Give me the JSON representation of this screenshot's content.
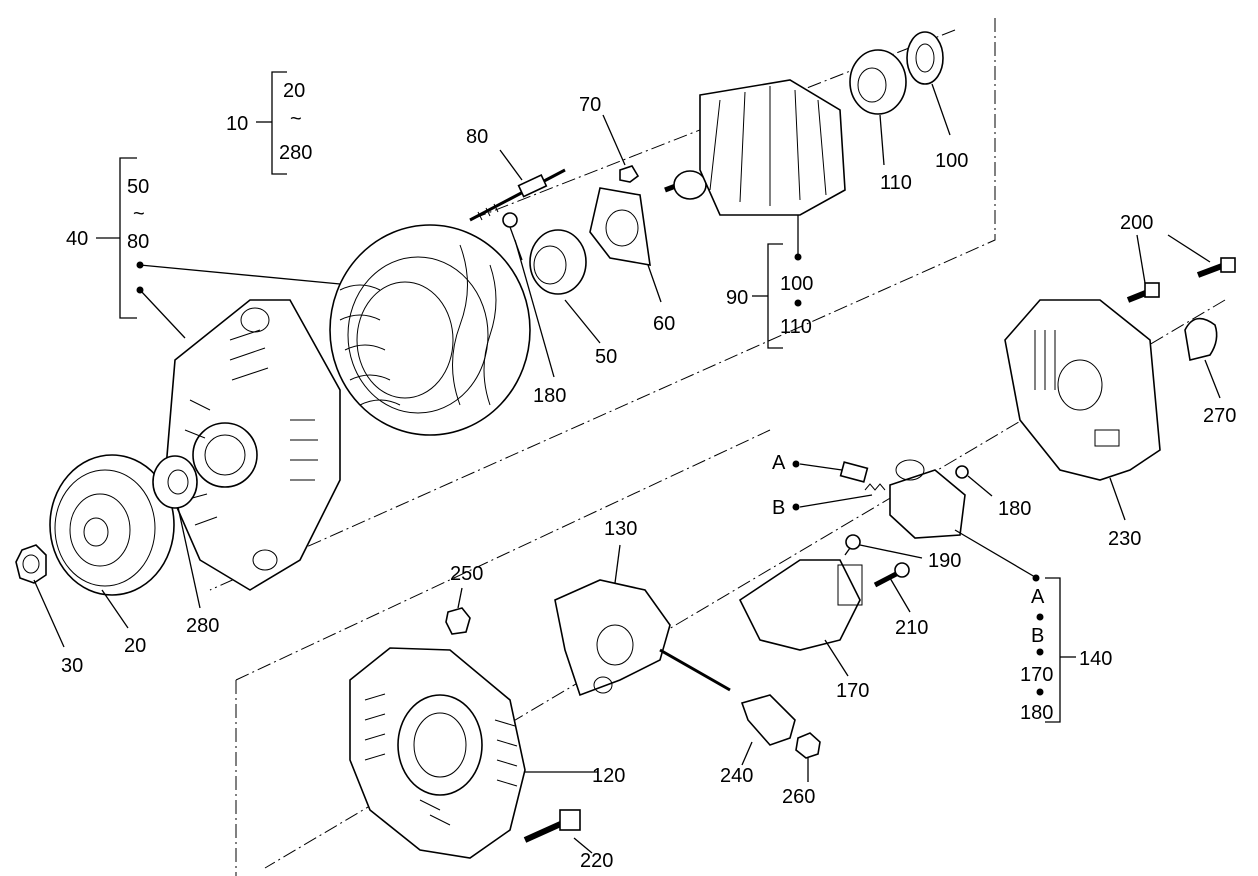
{
  "labels": {
    "p10": "10",
    "p20a": "20",
    "tilde": "~",
    "p280a": "280",
    "p40": "40",
    "p50a": "50",
    "p80a": "80",
    "p80": "80",
    "p70": "70",
    "p60": "60",
    "p50": "50",
    "p180a": "180",
    "p110": "110",
    "p100": "100",
    "p90": "90",
    "p100b": "100",
    "p110b": "110",
    "p200": "200",
    "p270": "270",
    "p230": "230",
    "pA": "A",
    "pB": "B",
    "p180b": "180",
    "p190": "190",
    "p210": "210",
    "p130": "130",
    "p170": "170",
    "p250": "250",
    "p140": "140",
    "pA2": "A",
    "pB2": "B",
    "p170b": "170",
    "p180c": "180",
    "p30": "30",
    "p20": "20",
    "p280": "280",
    "p120": "120",
    "p240": "240",
    "p260": "260",
    "p220": "220"
  }
}
